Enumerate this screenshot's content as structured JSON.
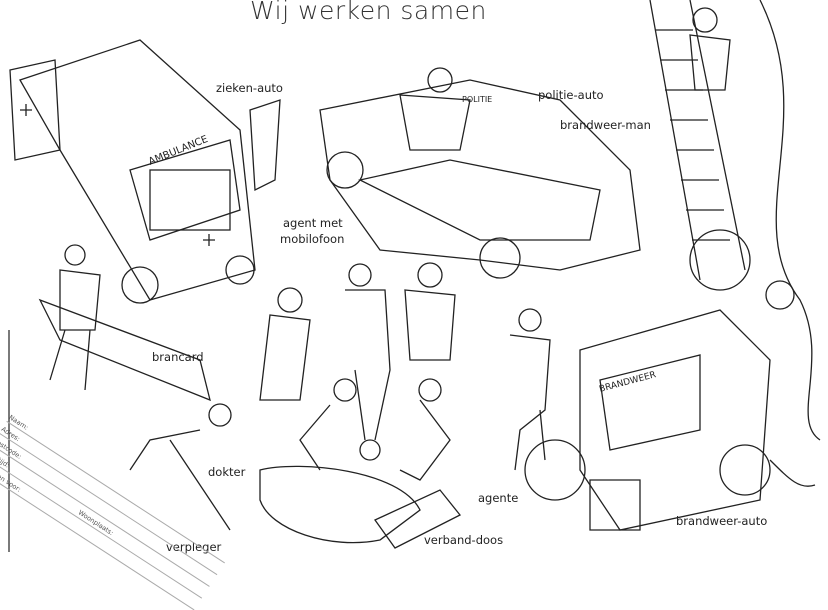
{
  "title": "Wij werken samen",
  "labels": {
    "ambulance": "zieken-auto",
    "police_car": "politie-auto",
    "fireman": "brandweer-man",
    "agent_line1": "agent met",
    "agent_line2": "mobilofoon",
    "stretcher": "brancard",
    "doctor": "dokter",
    "policewoman": "agente",
    "first_aid_kit": "verband-doos",
    "nurse": "verpleger",
    "fire_truck": "brandweer-auto"
  },
  "vehicle_text": {
    "ambulance": "AMBULANCE",
    "police": "POLITIE",
    "fire": "BRANDWEER"
  },
  "form": {
    "name": "Naam:",
    "address": "Adres:",
    "postcode": "Postcode:",
    "age": "Leeftijd:",
    "city": "Woonplaats:",
    "submit_before": "Inleveren voor:"
  }
}
